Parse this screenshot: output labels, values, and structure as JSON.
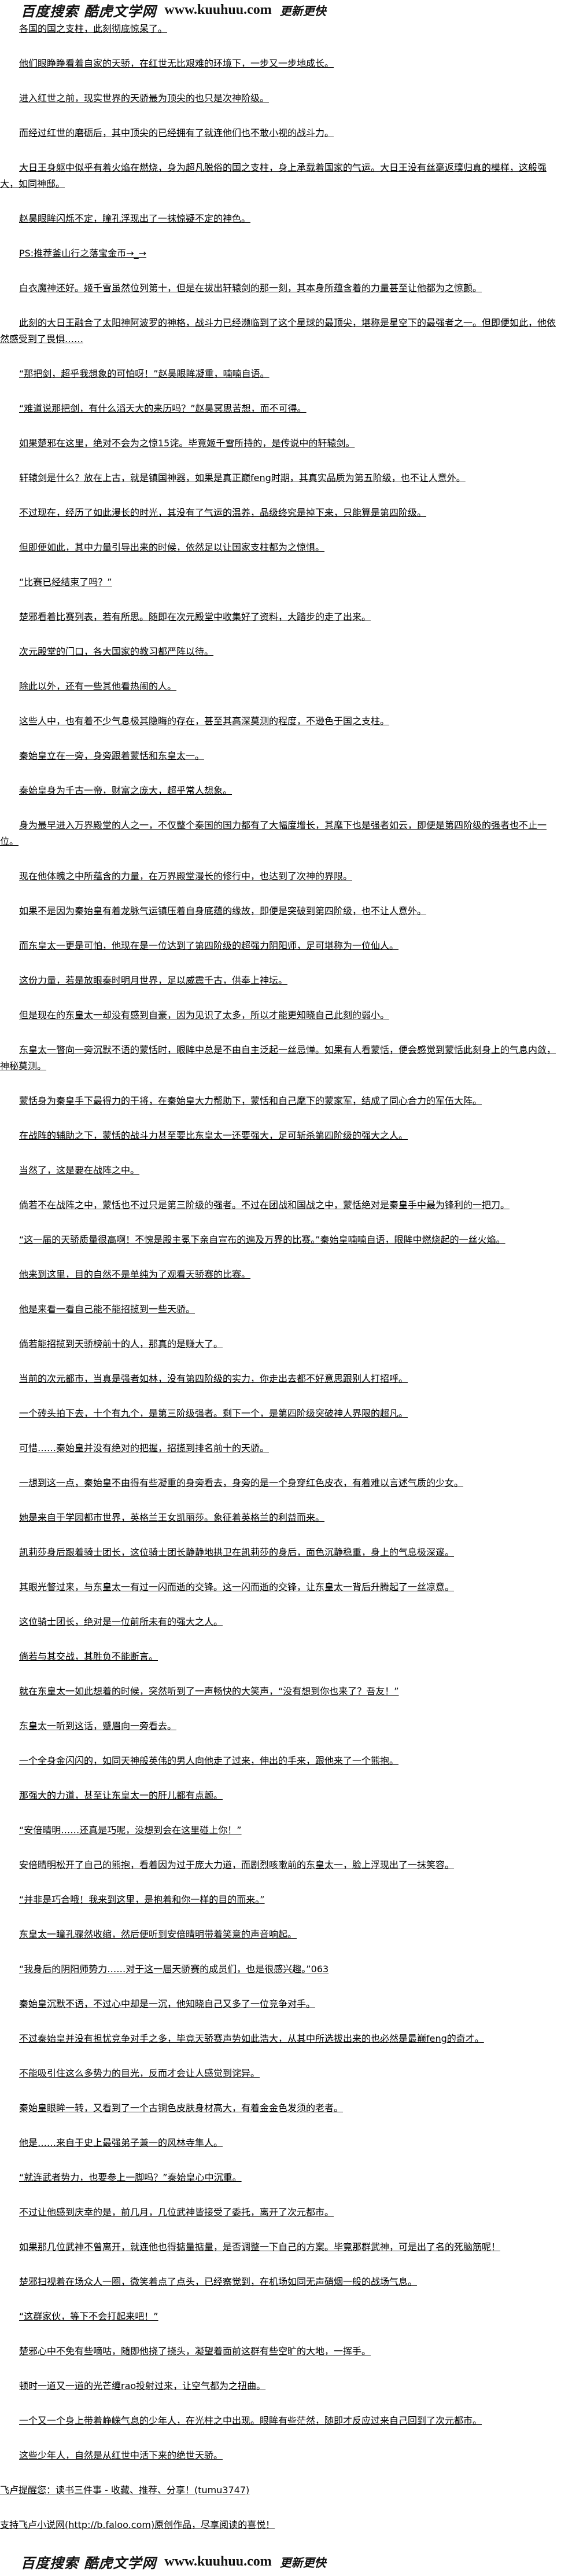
{
  "header": {
    "site_name": "百度搜索 酷虎文学网",
    "site_url": "www.kuuhuu.com",
    "slogan": "更新更快"
  },
  "paragraphs": [
    "各国的国之支柱，此刻彻底惊呆了。",
    "他们眼睁睁看着自家的天骄，在红世无比艰难的环境下，一步又一步地成长。",
    "进入红世之前，现实世界的天骄最为顶尖的也只是次神阶级。",
    "而经过红世的磨砺后，其中顶尖的已经拥有了就连他们也不敢小视的战斗力。",
    "大日王身躯中似乎有着火焰在燃烧，身为超凡脱俗的国之支柱，身上承载着国家的气运。大日王没有丝毫返璞归真的模样，这般强大，如同神邸。",
    "赵昊眼眸闪烁不定，瞳孔浮现出了一抹惊疑不定的神色。",
    "PS:推荐釜山行之落宝金币→_→",
    "白衣魔神还好。姬千雪虽然位列第十，但是在拔出轩辕剑的那一刻，其本身所蕴含着的力量甚至让他都为之惊颤。",
    "此刻的大日王融合了太阳神阿波罗的神格，战斗力已经濒临到了这个星球的最顶尖，堪称是星空下的最强者之一。但即便如此，他依然感受到了畏惧……",
    "“那把剑，超乎我想象的可怕呀！”赵昊眼眸凝重，喃喃自语。",
    "“难道说那把剑，有什么滔天大的来历吗？”赵昊冥思苦想，而不可得。",
    "如果楚邪在这里，绝对不会为之惊15诧。毕竟姬千雪所持的，是传说中的轩辕剑。",
    "轩辕剑是什么？放在上古，就是镇国神器，如果是真正巅feng时期，其真实品质为第五阶级，也不让人意外。",
    "不过现在，经历了如此漫长的时光，其没有了气运的温养，品级终究是掉下来，只能算是第四阶级。",
    "但即便如此，其中力量引导出来的时候，依然足以让国家支柱都为之惊惧。",
    "“比赛已经结束了吗？”",
    "楚邪看着比赛列表，若有所思。随即在次元殿堂中收集好了资料，大踏步的走了出来。",
    "次元殿堂的门口，各大国家的教习都严阵以待。",
    "除此以外，还有一些其他看热闹的人。",
    "这些人中，也有着不少气息极其隐晦的存在，甚至其高深莫测的程度，不逊色于国之支柱。",
    "秦始皇立在一旁，身旁跟着蒙恬和东皇太一。",
    "秦始皇身为千古一帝，财富之庞大，超乎常人想象。",
    "身为最早进入万界殿堂的人之一，不仅整个秦国的国力都有了大幅度增长，其麾下也是强者如云，即便是第四阶级的强者也不止一位。",
    "现在他体魄之中所蕴含的力量，在万界殿堂漫长的修行中，也达到了次神的界限。",
    "如果不是因为秦始皇有着龙脉气运镇压着自身底蕴的缘故，即便是突破到第四阶级，也不让人意外。",
    "而东皇太一更是可怕，他现在是一位达到了第四阶级的超强力阴阳师，足可堪称为一位仙人。",
    "这份力量，若是放眼秦时明月世界，足以威震千古，供奉上神坛。",
    "但是现在的东皇太一却没有感到自豪，因为见识了太多，所以才能更知晓自己此刻的弱小。",
    "东皇太一瞥向一旁沉默不语的蒙恬时，眼眸中总是不由自主泛起一丝忌惮。如果有人看蒙恬，便会感觉到蒙恬此刻身上的气息内敛，神秘莫测。",
    "蒙恬身为秦皇手下最得力的干将，在秦始皇大力帮助下，蒙恬和自己麾下的蒙家军，结成了同心合力的军伍大阵。",
    "在战阵的辅助之下，蒙恬的战斗力甚至要比东皇太一还要强大，足可斩杀第四阶级的强大之人。",
    "当然了，这是要在战阵之中。",
    "倘若不在战阵之中，蒙恬也不过只是第三阶级的强者。不过在团战和国战之中，蒙恬绝对是秦皇手中最为锋利的一把刀。",
    "“这一届的天骄质量很高啊！不愧是殿主冕下亲自宣布的遍及万界的比赛。”秦始皇喃喃自语，眼眸中燃烧起的一丝火焰。",
    "他来到这里，目的自然不是单纯为了观看天骄赛的比赛。",
    "他是来看一看自己能不能招揽到一些天骄。",
    "倘若能招揽到天骄榜前十的人，那真的是赚大了。",
    "当前的次元都市，当真是强者如林，没有第四阶级的实力，你走出去都不好意思跟别人打招呼。",
    "一个砖头拍下去，十个有九个，是第三阶级强者。剩下一个，是第四阶级突破神人界限的超凡。",
    "可惜……秦始皇并没有绝对的把握，招揽到排名前十的天骄。",
    "一想到这一点，秦始皇不由得有些凝重的身旁看去，身旁的是一个身穿红色皮衣，有着难以言述气质的少女。",
    "她是来自于学园都市世界，英格兰王女凯丽莎。象征着英格兰的利益而来。",
    "凯莉莎身后跟着骑士团长，这位骑士团长静静地拱卫在凯莉莎的身后，面色沉静稳重，身上的气息极深邃。",
    "其眼光瞥过来，与东皇太一有过一闪而逝的交锋。这一闪而逝的交锋，让东皇太一背后升腾起了一丝凉意。",
    "这位骑士团长，绝对是一位前所未有的强大之人。",
    "倘若与其交战，其胜负不能断言。",
    "就在东皇太一如此想着的时候，突然听到了一声畅快的大笑声，“没有想到你也来了？吾友！”",
    "东皇太一听到这话，蹙眉向一旁看去。",
    "一个全身金闪闪的，如同天神般英伟的男人向他走了过来，伸出的手来，跟他来了一个熊抱。",
    "那强大的力道，甚至让东皇太一的肝儿都有点颤。",
    "“安倍晴明……还真是巧呢，没想到会在这里碰上你！”",
    "安倍晴明松开了自己的熊抱，看着因为过于庞大力道，而剧烈咳嗽前的东皇太一，脸上浮现出了一抹笑容。",
    "“并非是巧合哦！我来到这里，是抱着和你一样的目的而来。”",
    "东皇太一瞳孔骤然收缩，然后便听到安倍晴明带着笑意的声音响起。",
    "“我身后的阴阳师势力……对于这一届天骄赛的成员们，也是很感兴趣。”063",
    "秦始皇沉默不语，不过心中却是一沉，他知晓自己又多了一位竞争对手。",
    "不过秦始皇并没有担忧竞争对手之多，毕竟天骄赛声势如此浩大，从其中所选拔出来的也必然是最巅feng的奇才。",
    "不能吸引住这么多势力的目光，反而才会让人感觉到诧异。",
    "秦始皇眼眸一转，又看到了一个古铜色皮肤身材高大，有着金金色发须的老者。",
    "他是……来自于史上最强弟子兼一的风林寺隼人。",
    "“就连武者势力，也要参上一脚吗？”秦始皇心中沉重。",
    "不过让他感到庆幸的是，前几月，几位武神皆接受了委托，离开了次元都市。",
    "如果那几位武神不曾离开，就连他也得掂量掂量，是否调整一下自己的方案。毕竟那群武神，可是出了名的死脑筋呢！",
    "楚邪扫视着在场众人一圈，微笑着点了点头，已经察觉到，在机场如同无声硝烟一般的战场气息。",
    "“这群家伙，等下不会打起来吧！”",
    "楚邪心中不免有些嘀咕，随即他挠了挠头，凝望着面前这群有些空旷的大地，一挥手。",
    "顿时一道又一道的光芒缠rao投射过来，让空气都为之扭曲。",
    "一个又一个身上带着峥嵘气息的少年人，在光柱之中出现。眼眸有些茫然，随即才反应过来自己回到了次元都市。",
    "这些少年人，自然是从红世中活下来的绝世天骄。"
  ],
  "notices": [
    "飞卢提醒您：读书三件事 - 收藏、推荐、分享！(tumu3747)",
    "支持飞卢小说网(http://b.faloo.com)原创作品，尽享阅读的喜悦！"
  ]
}
